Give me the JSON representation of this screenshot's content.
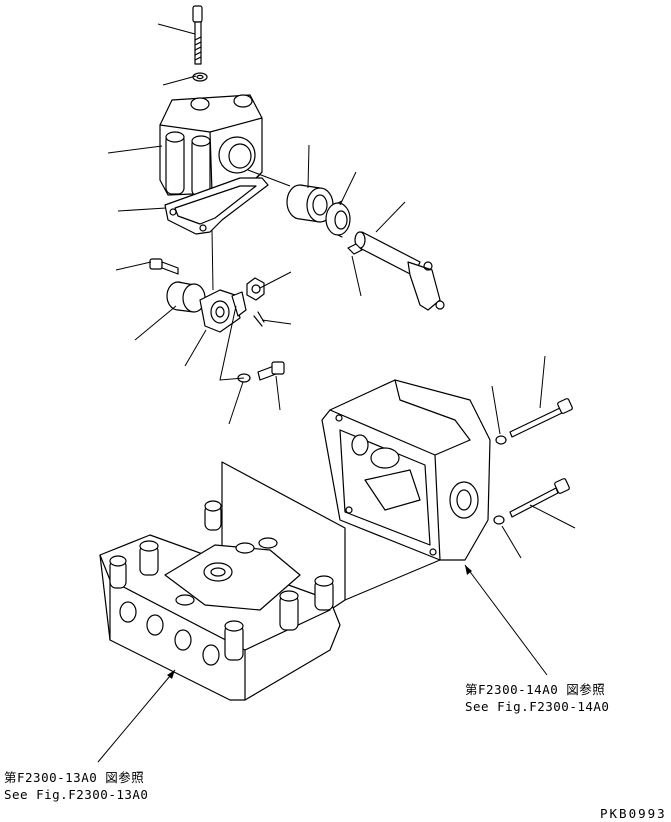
{
  "references": {
    "upper_ja": "第F2300-14A0 図参照",
    "upper_en": "See Fig.F2300-14A0",
    "lower_ja": "第F2300-13A0 図参照",
    "lower_en": "See Fig.F2300-13A0"
  },
  "drawing_number": "PKB0993",
  "colors": {
    "line": "#000000",
    "background": "#ffffff"
  }
}
